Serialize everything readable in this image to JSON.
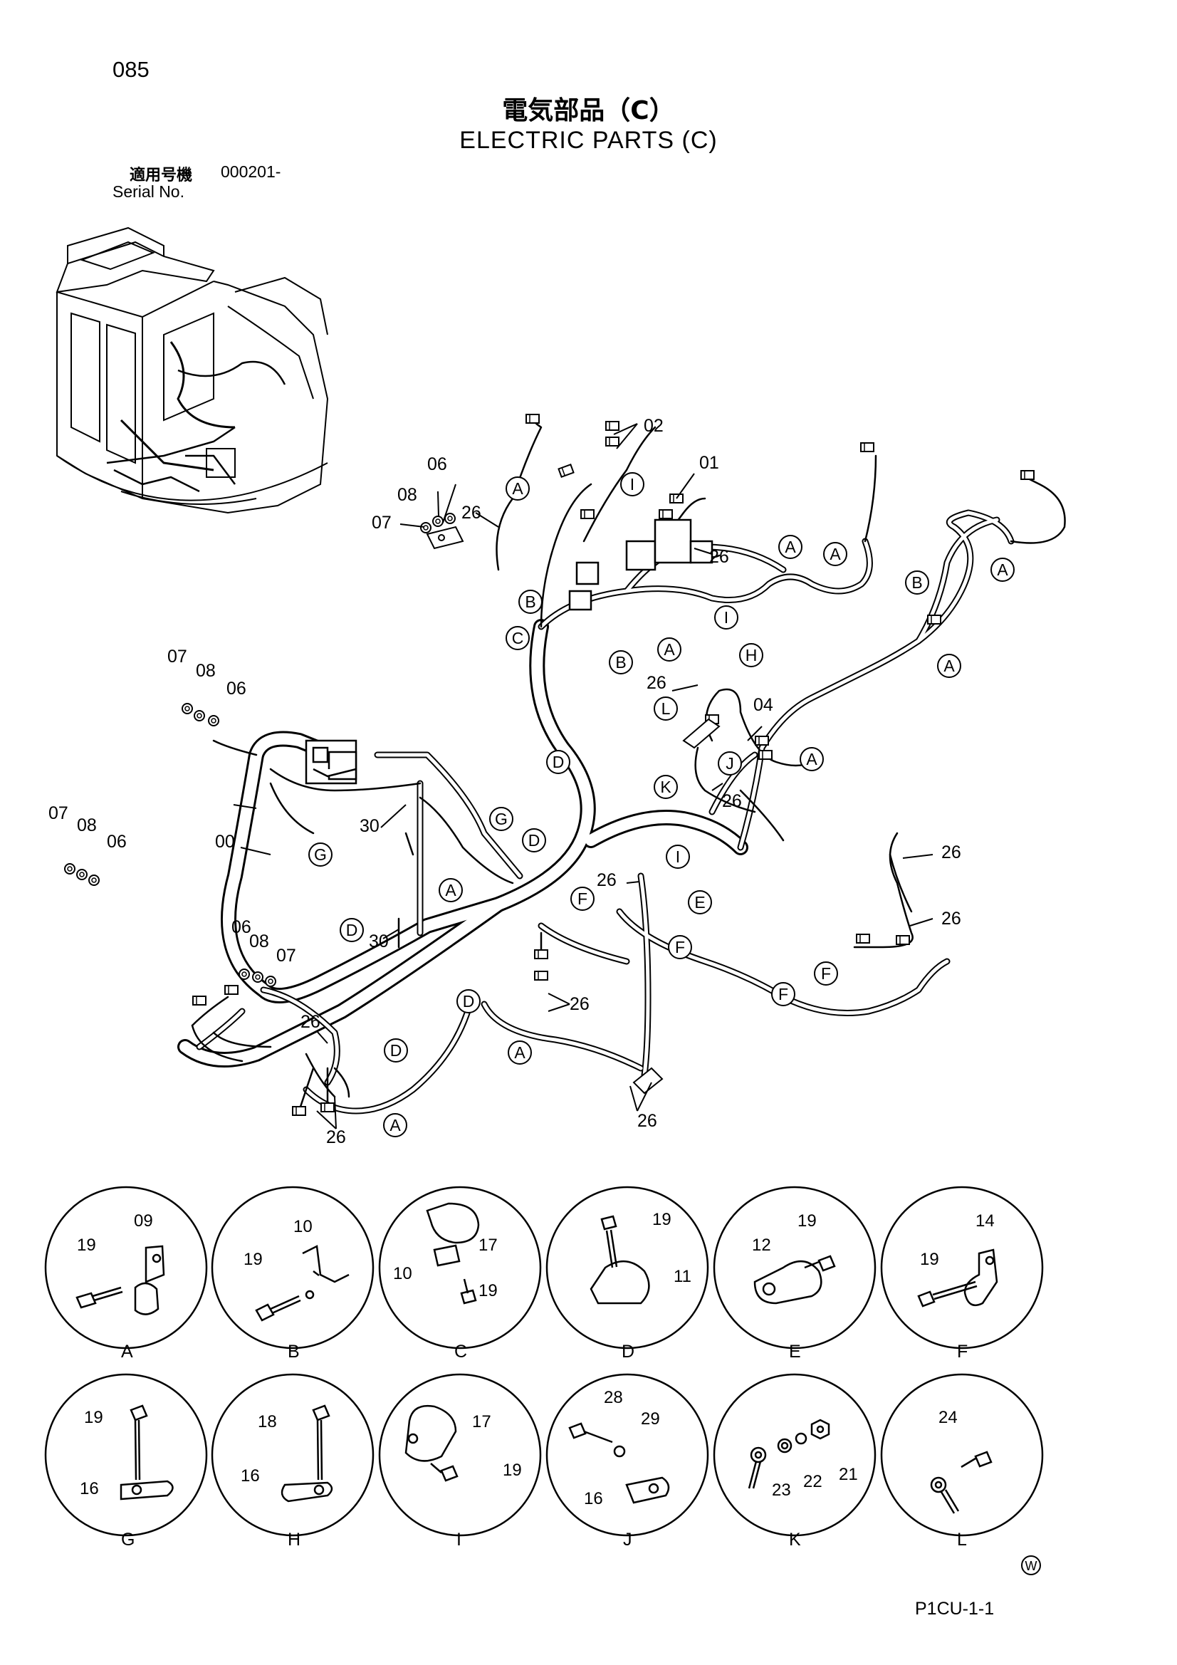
{
  "page": {
    "number": "085",
    "title_jp": "電気部品（C）",
    "title_en": "ELECTRIC PARTS (C)",
    "serial_label_jp": "適用号機",
    "serial_value": "000201-",
    "serial_label_en": "Serial No.",
    "figure_code": "P1CU-1-1",
    "mark": "W"
  },
  "callouts": {
    "c00": "00",
    "c01": "01",
    "c02": "02",
    "c04": "04",
    "c06": "06",
    "c07": "07",
    "c08": "08",
    "c26": "26",
    "c30": "30"
  },
  "circle_letters": {
    "A": "A",
    "B": "B",
    "C": "C",
    "D": "D",
    "E": "E",
    "F": "F",
    "G": "G",
    "H": "H",
    "I": "I",
    "J": "J",
    "K": "K",
    "L": "L"
  },
  "details": [
    {
      "letter": "A",
      "parts": [
        "09",
        "19"
      ]
    },
    {
      "letter": "B",
      "parts": [
        "10",
        "19"
      ]
    },
    {
      "letter": "C",
      "parts": [
        "17",
        "10",
        "19"
      ]
    },
    {
      "letter": "D",
      "parts": [
        "19",
        "11"
      ]
    },
    {
      "letter": "E",
      "parts": [
        "19",
        "12"
      ]
    },
    {
      "letter": "F",
      "parts": [
        "14",
        "19"
      ]
    },
    {
      "letter": "G",
      "parts": [
        "19",
        "16"
      ]
    },
    {
      "letter": "H",
      "parts": [
        "18",
        "16"
      ]
    },
    {
      "letter": "I",
      "parts": [
        "17",
        "19"
      ]
    },
    {
      "letter": "J",
      "parts": [
        "28",
        "29",
        "16"
      ]
    },
    {
      "letter": "K",
      "parts": [
        "23",
        "22",
        "21"
      ]
    },
    {
      "letter": "L",
      "parts": [
        "24"
      ]
    }
  ]
}
